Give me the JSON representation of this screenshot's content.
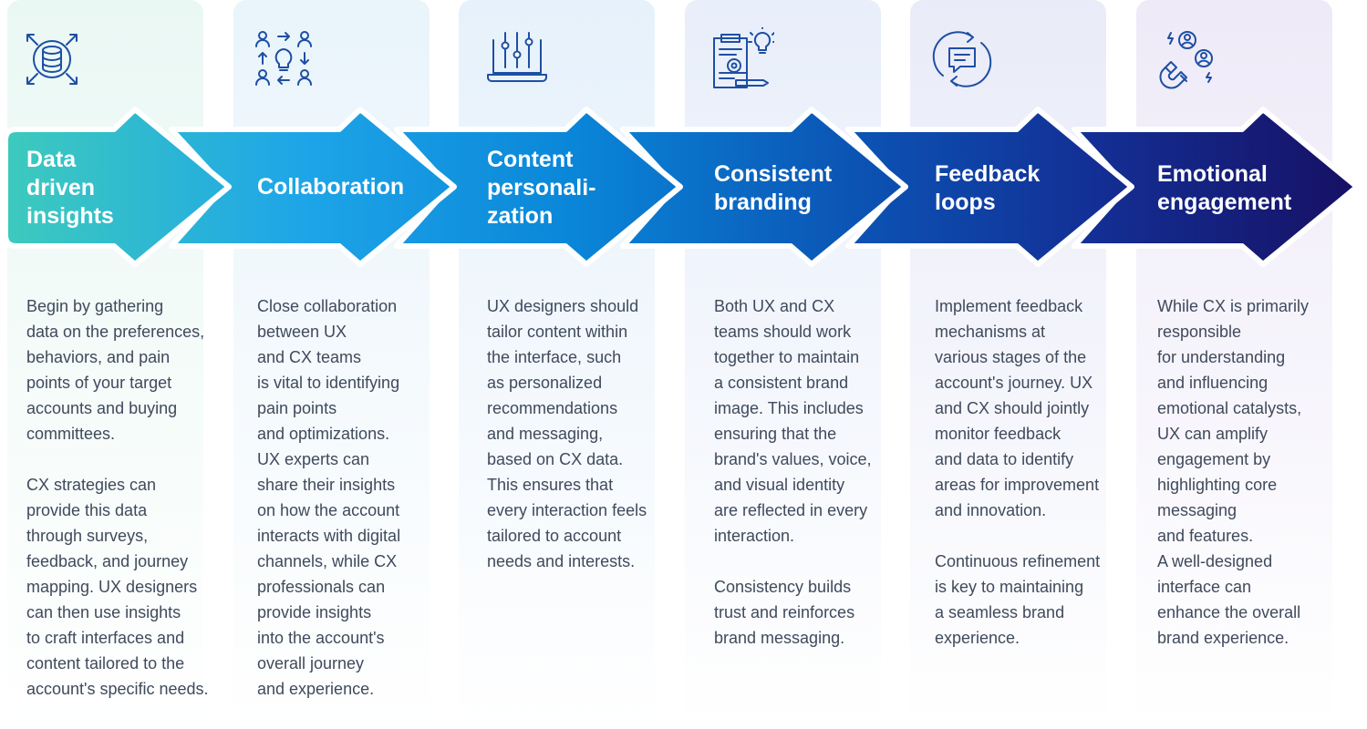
{
  "colors": {
    "column_tints": [
      "#eaf8f4",
      "#e9f4fb",
      "#e6f1fb",
      "#e8eefa",
      "#e9ebf8",
      "#eeeaf8"
    ],
    "gradient_start": "#3ecbbc",
    "gradient_mid1": "#1ea5e8",
    "gradient_mid2": "#0a86d8",
    "gradient_mid3": "#0b55b5",
    "gradient_mid4": "#132f95",
    "gradient_end": "#170f62",
    "icon_stroke": "#1e4fa3"
  },
  "steps": [
    {
      "icon": "database-network-icon",
      "title": "Data\ndriven\ninsights",
      "paragraphs": [
        "Begin by gathering\ndata on the preferences,\nbehaviors, and pain\npoints of your target\naccounts and buying\ncommittees.",
        "CX strategies can\nprovide this data\nthrough surveys,\nfeedback, and journey\nmapping. UX designers\ncan then use insights\nto craft interfaces and\ncontent tailored to the\naccount's specific needs."
      ]
    },
    {
      "icon": "team-idea-cycle-icon",
      "title": "Collaboration",
      "paragraphs": [
        "Close collaboration\nbetween UX\nand CX teams\nis vital to identifying\npain points\nand optimizations.\nUX experts can\nshare their insights\non how the account\ninteracts with digital\nchannels, while CX\nprofessionals can\nprovide insights\ninto the account's\noverall journey\nand experience."
      ]
    },
    {
      "icon": "laptop-sliders-icon",
      "title": "Content\npersonali-\nzation",
      "paragraphs": [
        "UX designers should\ntailor content within\nthe interface, such\nas personalized\nrecommendations\nand messaging,\nbased on CX data.\nThis ensures that\nevery interaction feels\ntailored to account\nneeds and interests."
      ]
    },
    {
      "icon": "brand-document-idea-icon",
      "title": "Consistent\nbranding",
      "paragraphs": [
        "Both UX and CX\nteams should work\ntogether to maintain\na consistent brand\nimage. This includes\nensuring that the\nbrand's values, voice,\nand visual identity\nare reflected in every\ninteraction.",
        "Consistency builds\ntrust and reinforces\nbrand messaging."
      ]
    },
    {
      "icon": "feedback-loop-chat-icon",
      "title": "Feedback\nloops",
      "paragraphs": [
        "Implement feedback\nmechanisms at\nvarious stages of the\naccount's journey. UX\nand CX should jointly\nmonitor feedback\nand data to identify\nareas for improvement\nand innovation.",
        "Continuous refinement\nis key to maintaining\na seamless brand\nexperience."
      ]
    },
    {
      "icon": "magnet-people-icon",
      "title": "Emotional\nengagement",
      "paragraphs": [
        "While CX is primarily\nresponsible\nfor understanding\nand influencing\nemotional catalysts,\nUX can amplify\nengagement by\nhighlighting core\nmessaging\nand features.\nA well-designed\ninterface can\nenhance the overall\nbrand experience."
      ]
    }
  ]
}
